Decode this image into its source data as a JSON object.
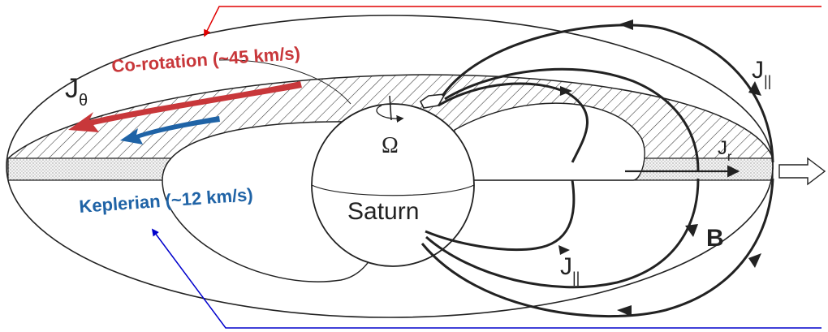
{
  "labels": {
    "j_theta_main": "J",
    "j_theta_sub": "θ",
    "corotation": "Co-rotation (~45 km/s)",
    "keplerian": "Keplerian (~12 km/s)",
    "omega": "Ω",
    "planet": "Saturn",
    "j_par_top_main": "J",
    "j_par_top_sub": "||",
    "j_r_main": "J",
    "j_r_sub": "r",
    "b_field": "B",
    "j_par_bottom_main": "J",
    "j_par_bottom_sub": "||"
  },
  "colors": {
    "corotation": "#c8373a",
    "keplerian": "#1f63a6",
    "pointer_red": "#e00000",
    "pointer_blue": "#0000cc",
    "ink": "#222222"
  }
}
